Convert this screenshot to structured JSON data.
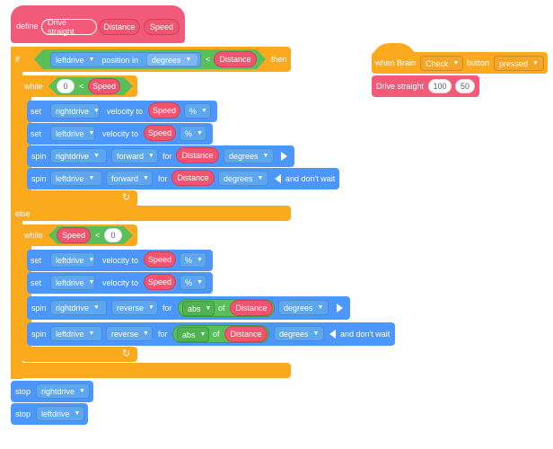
{
  "define": {
    "keyword": "define",
    "name": "Drive straight",
    "param1": "Distance",
    "param2": "Speed"
  },
  "if_block": {
    "keyword": "if",
    "then": "then",
    "else": "else",
    "motor": "leftdrive",
    "position_in": "position in",
    "unit": "degrees",
    "op": "<",
    "rhs": "Distance"
  },
  "while1": {
    "keyword": "while",
    "lhs": "0",
    "op": "<",
    "rhs": "Speed"
  },
  "while2": {
    "keyword": "while",
    "lhs": "Speed",
    "op": "<",
    "rhs": "0"
  },
  "velocity": {
    "set": "set",
    "velocity_to": "velocity to",
    "percent": "%"
  },
  "spin": {
    "spin": "spin",
    "for": "for",
    "and_dont_wait": "and don't wait",
    "degrees": "degrees",
    "forward": "forward",
    "reverse": "reverse",
    "abs": "abs",
    "of": "of"
  },
  "motors": {
    "right": "rightdrive",
    "left": "leftdrive"
  },
  "param": {
    "speed": "Speed",
    "distance": "Distance"
  },
  "stop": {
    "label": "stop"
  },
  "event": {
    "when_brain": "when Brain",
    "button_name": "Check",
    "button": "button",
    "state": "pressed"
  },
  "call": {
    "label": "Drive straight",
    "arg1": "100",
    "arg2": "50"
  },
  "loop_icon": "↻",
  "colors": {
    "pink": "#f25a7a",
    "orange": "#fcaa1d",
    "green": "#59c059",
    "blue": "#4c97ff"
  }
}
